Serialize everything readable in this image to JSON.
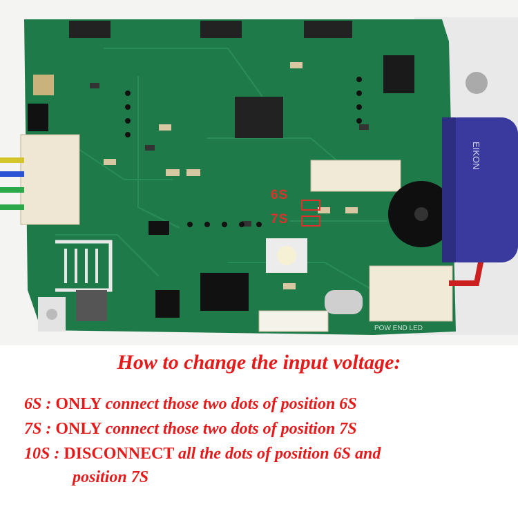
{
  "photo": {
    "description_icon": "pcb-board-photo",
    "board_marks": {
      "mark_6s": "6S",
      "mark_7s": "7S",
      "silkscreen": "POW END LED"
    },
    "capacitor_brand": "EIKON",
    "colors": {
      "pcb": "#1f7a4a",
      "annotation_red": "#e0302a",
      "capacitor": "#3a3a9e"
    }
  },
  "instructions": {
    "title": "How to change the input voltage:",
    "rows": [
      {
        "key": "6S :",
        "cmd": "ONLY",
        "rest": "connect those two dots of position 6S"
      },
      {
        "key": "7S :",
        "cmd": "ONLY",
        "rest": "connect those two dots of position 7S"
      },
      {
        "key": "10S :",
        "cmd": "DISCONNECT",
        "rest": "all the dots of position 6S and"
      }
    ],
    "continuation": "position 7S",
    "text_color": "#e41b1b"
  }
}
